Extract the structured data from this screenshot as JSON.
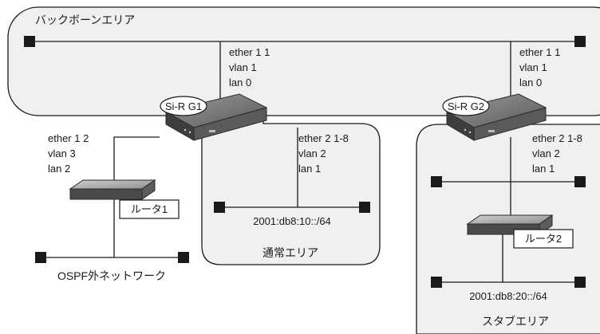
{
  "areas": {
    "backbone": "バックボーンエリア",
    "normal": "通常エリア",
    "stub": "スタブエリア"
  },
  "routers": {
    "g1": {
      "name": "Si-R G1",
      "up_if": [
        "ether 1 1",
        "vlan 1",
        "lan 0"
      ],
      "left_if": [
        "ether 1 2",
        "vlan 3",
        "lan 2"
      ],
      "down_if": [
        "ether 2 1-8",
        "vlan 2",
        "lan 1"
      ]
    },
    "g2": {
      "name": "Si-R G2",
      "up_if": [
        "ether 1 1",
        "vlan 1",
        "lan 0"
      ],
      "down_if": [
        "ether 2 1-8",
        "vlan 2",
        "lan 1"
      ]
    },
    "router1": "ルータ1",
    "router2": "ルータ2"
  },
  "networks": {
    "normal": "2001:db8:10::/64",
    "stub": "2001:db8:20::/64",
    "ospf_external": "OSPF外ネットワーク"
  },
  "colors": {
    "area_fill": "#f0f0f0",
    "stroke": "#1a1a1a",
    "router_dark": "#4a4a4a"
  }
}
